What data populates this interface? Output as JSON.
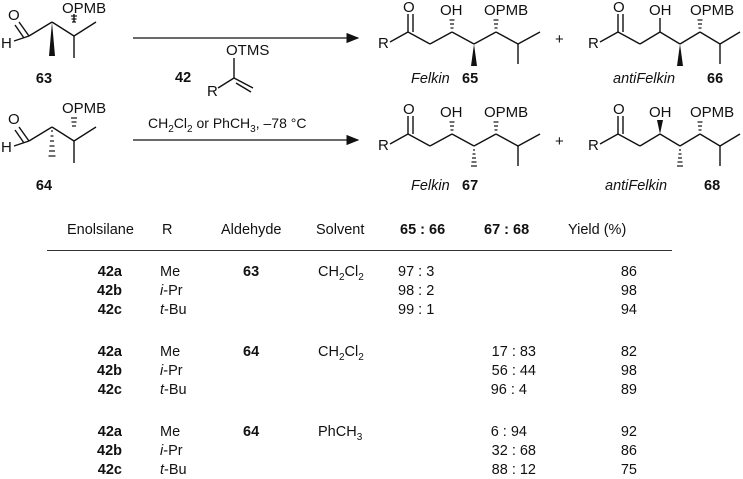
{
  "scheme": {
    "top_reactant": {
      "number": "63"
    },
    "bottom_reactant": {
      "number": "64"
    },
    "reagent": {
      "number": "42",
      "conditions_main": "CH",
      "conditions_sub": "2",
      "conditions_mid": "Cl",
      "conditions_sub2": "2",
      "conditions_rest": " or PhCH",
      "conditions_sub3": "3",
      "conditions_end": ", –78 °C"
    },
    "plus": "+",
    "products": [
      {
        "descriptor": "Felkin",
        "number": "65"
      },
      {
        "descriptor": "antiFelkin",
        "number": "66"
      },
      {
        "descriptor": "Felkin",
        "number": "67"
      },
      {
        "descriptor": "antiFelkin",
        "number": "68"
      }
    ],
    "atom_labels": {
      "o": "O",
      "h": "H",
      "r": "R",
      "opmb": "OPMB",
      "oh": "OH",
      "otms": "OTMS"
    }
  },
  "table": {
    "headers": {
      "enolsilane": "Enolsilane",
      "r": "R",
      "aldehyde": "Aldehyde",
      "solvent": "Solvent",
      "ratio1": "65 : 66",
      "ratio2": "67 : 68",
      "yield": "Yield (%)"
    },
    "groups": [
      {
        "aldehyde": "63",
        "solvent": "CH",
        "solvent_sub": "2",
        "solvent_mid": "Cl",
        "solvent_sub2": "2",
        "rows": [
          {
            "enolsilane": "42a",
            "r": "Me",
            "ratio1": "97 : 3",
            "ratio2": "",
            "yield": "86"
          },
          {
            "enolsilane": "42b",
            "r_italic": "i",
            "r": "-Pr",
            "ratio1": "98 : 2",
            "ratio2": "",
            "yield": "98"
          },
          {
            "enolsilane": "42c",
            "r_italic": "t",
            "r": "-Bu",
            "ratio1": "99 : 1",
            "ratio2": "",
            "yield": "94"
          }
        ]
      },
      {
        "aldehyde": "64",
        "solvent": "CH",
        "solvent_sub": "2",
        "solvent_mid": "Cl",
        "solvent_sub2": "2",
        "rows": [
          {
            "enolsilane": "42a",
            "r": "Me",
            "ratio1": "",
            "ratio2": "17 : 83",
            "yield": "82"
          },
          {
            "enolsilane": "42b",
            "r_italic": "i",
            "r": "-Pr",
            "ratio1": "",
            "ratio2": "56 : 44",
            "yield": "98"
          },
          {
            "enolsilane": "42c",
            "r_italic": "t",
            "r": "-Bu",
            "ratio1": "",
            "ratio2": "96 : 4",
            "yield": "89"
          }
        ]
      },
      {
        "aldehyde": "64",
        "solvent": "PhCH",
        "solvent_sub": "3",
        "solvent_mid": "",
        "solvent_sub2": "",
        "rows": [
          {
            "enolsilane": "42a",
            "r": "Me",
            "ratio1": "",
            "ratio2": "6 : 94",
            "yield": "92"
          },
          {
            "enolsilane": "42b",
            "r_italic": "i",
            "r": "-Pr",
            "ratio1": "",
            "ratio2": "32 : 68",
            "yield": "86"
          },
          {
            "enolsilane": "42c",
            "r_italic": "t",
            "r": "-Bu",
            "ratio1": "",
            "ratio2": "88 : 12",
            "yield": "75"
          }
        ]
      }
    ]
  }
}
